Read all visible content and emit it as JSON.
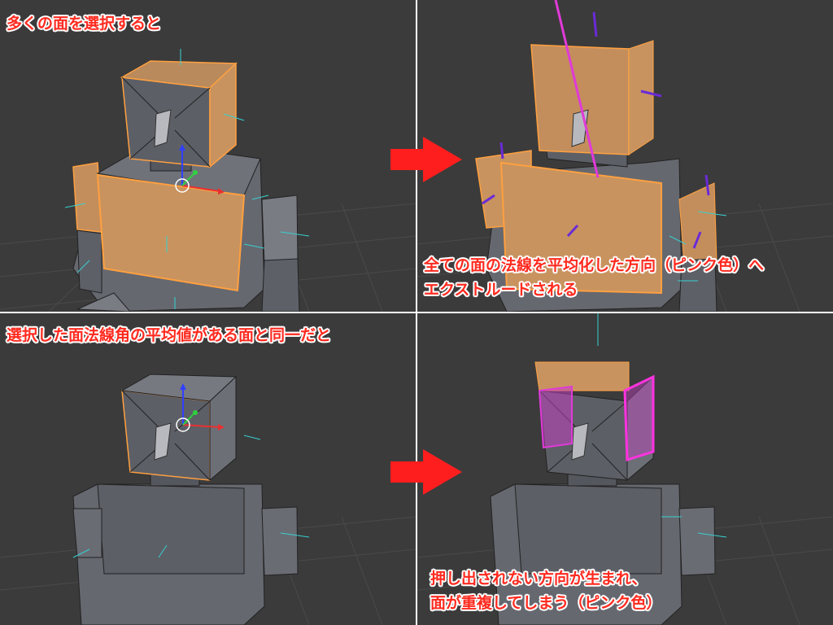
{
  "panels": {
    "top_left": {
      "caption": "多くの面を選択すると"
    },
    "top_right": {
      "caption_line1": "全ての面の法線を平均化した方向（ピンク色）へ",
      "caption_line2": "エクストルードされる"
    },
    "bottom_left": {
      "caption": "選択した面法線角の平均値がある面と同一だと"
    },
    "bottom_right": {
      "caption_line1": "押し出されない方向が生まれ、",
      "caption_line2": "面が重複してしまう（ピンク色）"
    }
  },
  "colors": {
    "viewport_bg": "#3b3b3b",
    "caption_text": "#ff2a1f",
    "caption_outline": "#ffffff",
    "arrow": "#ff1e1e",
    "selected_face": "#c89a6a",
    "selection_edge": "#ffa040",
    "mesh_face": "#6b6d76",
    "normal_line": "#37d0d0",
    "average_normal": "#e03ad8",
    "face_normal_purple": "#6a2bd6"
  },
  "icons": [
    "right-arrow-icon",
    "3d-cursor-icon",
    "transform-gizmo-icon"
  ]
}
